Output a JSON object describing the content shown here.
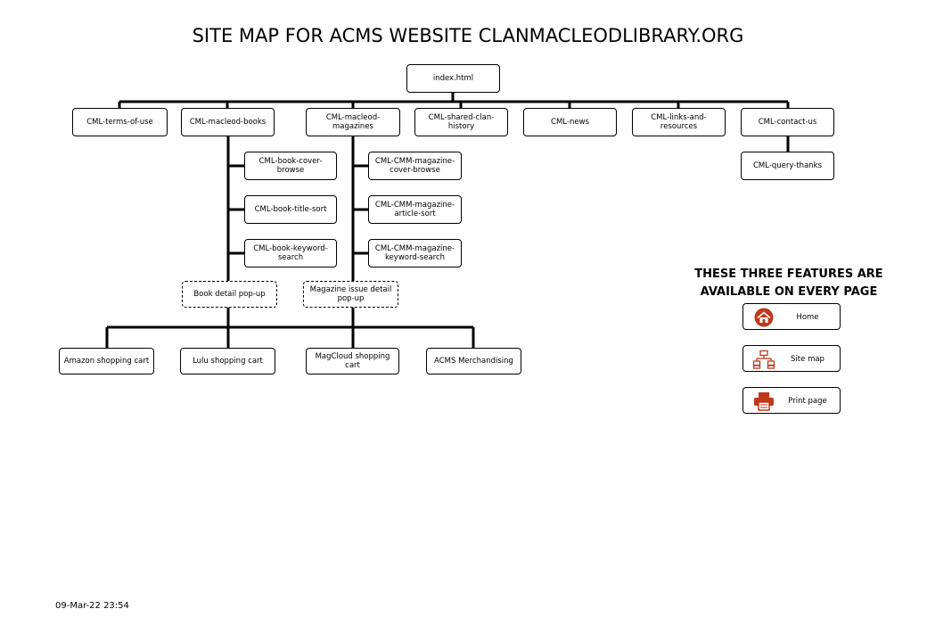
{
  "title": "SITE MAP FOR ACMS WEBSITE CLANMACLEODLIBRARY.ORG",
  "root": "index.html",
  "level1": {
    "terms": "CML-terms-of-use",
    "books": "CML-macleod-books",
    "magazines": "CML-macleod-magazines",
    "history": "CML-shared-clan-history",
    "news": "CML-news",
    "links": "CML-links-and-resources",
    "contact": "CML-contact-us"
  },
  "books_children": [
    "CML-book-cover-browse",
    "CML-book-title-sort",
    "CML-book-keyword-search"
  ],
  "magazine_children": [
    "CML-CMM-magazine-cover-browse",
    "CML-CMM-magazine-article-sort",
    "CML-CMM-magazine-keyword-search"
  ],
  "contact_children": [
    "CML-query-thanks"
  ],
  "popups": {
    "book": "Book detail pop-up",
    "magazine": "Magazine issue detail pop-up"
  },
  "carts": [
    "Amazon shopping cart",
    "Lulu shopping cart",
    "MagCloud shopping cart",
    "ACMS Merchandising"
  ],
  "features": {
    "heading": "THESE THREE FEATURES ARE AVAILABLE ON EVERY PAGE",
    "items": [
      {
        "label": "Home",
        "icon": "home-icon"
      },
      {
        "label": "Site map",
        "icon": "sitemap-icon"
      },
      {
        "label": "Print page",
        "icon": "printer-icon"
      }
    ],
    "accent": "#c0391b"
  },
  "timestamp": "09-Mar-22 23:54"
}
